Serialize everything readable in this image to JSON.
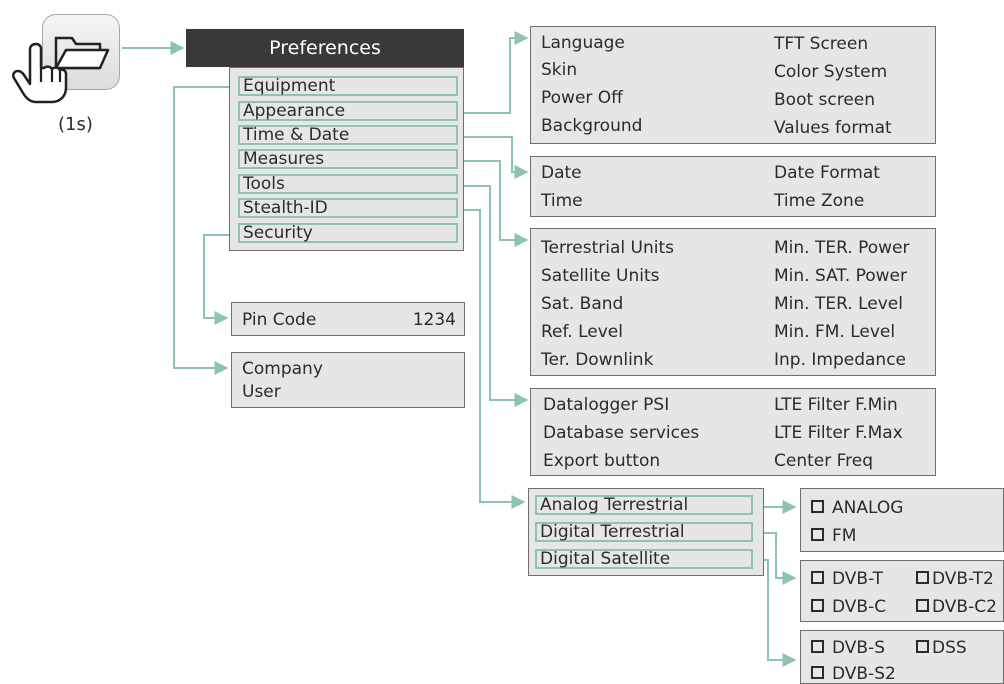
{
  "launcher": {
    "icon": "folder-icon",
    "gesture_icon": "hand-pointer-icon",
    "hold_label": "(1s)"
  },
  "preferences": {
    "title": "Preferences",
    "items": [
      "Equipment",
      "Appearance",
      "Time & Date",
      "Measures",
      "Tools",
      "Stealth-ID",
      "Security"
    ]
  },
  "appearance_panel": {
    "left": [
      "Language",
      "Skin",
      "Power Off",
      "Background"
    ],
    "right": [
      "TFT Screen",
      "Color System",
      "Boot screen",
      "Values format"
    ]
  },
  "time_date_panel": {
    "left": [
      "Date",
      "Time"
    ],
    "right": [
      "Date Format",
      "Time Zone"
    ]
  },
  "measures_panel": {
    "left": [
      "Terrestrial Units",
      "Satellite Units",
      "Sat. Band",
      "Ref. Level",
      "Ter. Downlink"
    ],
    "right": [
      "Min. TER. Power",
      "Min. SAT. Power",
      "Min. TER. Level",
      "Min. FM. Level",
      "Inp. Impedance"
    ]
  },
  "tools_panel": {
    "left": [
      "Datalogger PSI",
      "Database services",
      "Export button"
    ],
    "right": [
      "LTE Filter F.Min",
      "LTE Filter F.Max",
      "Center Freq"
    ]
  },
  "security_panel": {
    "label": "Pin Code",
    "value": "1234"
  },
  "equipment_panel": {
    "lines": [
      "Company",
      "User"
    ]
  },
  "stealth_panel": {
    "items": [
      "Analog Terrestrial",
      "Digital Terrestrial",
      "Digital Satellite"
    ]
  },
  "analog_options": [
    "ANALOG",
    "FM"
  ],
  "digital_terrestrial_options": [
    "DVB-T",
    "DVB-T2",
    "DVB-C",
    "DVB-C2"
  ],
  "digital_satellite_options": [
    "DVB-S",
    "DSS",
    "DVB-S2"
  ],
  "colors": {
    "connector": "#8cc3b2",
    "panel_fill": "#e6e6e6",
    "header_fill": "#3b3838"
  }
}
